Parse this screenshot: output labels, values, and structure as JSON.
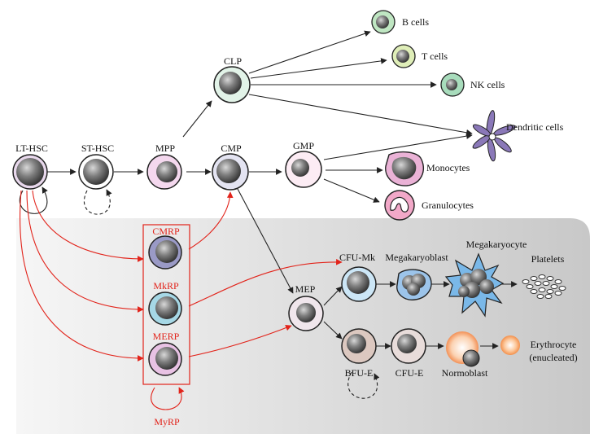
{
  "labels": {
    "lt_hsc": "LT-HSC",
    "st_hsc": "ST-HSC",
    "mpp": "MPP",
    "clp": "CLP",
    "cmp": "CMP",
    "gmp": "GMP",
    "b_cells": "B cells",
    "t_cells": "T cells",
    "nk_cells": "NK cells",
    "dendritic": "Dendritic cells",
    "monocytes": "Monocytes",
    "granulocytes": "Granulocytes",
    "cmrp": "CMRP",
    "mkrp": "MkRP",
    "merp": "MERP",
    "myrp": "MyRP",
    "mep": "MEP",
    "cfu_mk": "CFU-Mk",
    "megakaryoblast": "Megakaryoblast",
    "megakaryocyte": "Megakaryocyte",
    "platelets": "Platelets",
    "bfu_e": "BFU-E",
    "cfu_e": "CFU-E",
    "normoblast": "Normoblast",
    "erythrocyte_1": "Erythrocyte",
    "erythrocyte_2": "(enucleated)"
  },
  "colors": {
    "red_arrow": "#e2231a",
    "black_arrow": "#222222",
    "panel_gray": "#d3d3d3",
    "lt_hsc_fill": "#e8d8ec",
    "st_hsc_fill": "#ffffff",
    "mpp_fill": "#f4d8ee",
    "clp_fill": "#e2f3e8",
    "cmp_fill": "#e4e4f2",
    "gmp_fill": "#fcecf4",
    "b_cell_fill": "#bfe6c2",
    "t_cell_fill": "#dfeeb8",
    "nk_cell_fill": "#a8dcbc",
    "dendritic_fill": "#8a78b8",
    "monocyte_fill": "#eab2d6",
    "granulocyte_fill": "#f2a8c8",
    "cmrp_fill": "#9a9ac6",
    "mkrp_fill": "#a6d8e6",
    "merp_fill": "#e8c2e4",
    "mep_fill": "#f0e6ec",
    "cfu_mk_fill": "#cce6f6",
    "megakaryoblast_fill": "#9cc4ea",
    "megakaryocyte_fill": "#7ab8e8",
    "bfu_e_fill": "#dcc8c0",
    "cfu_e_fill": "#e8dcda",
    "normoblast_fill": "#f07a30",
    "erythrocyte_fill": "#f28a3a"
  }
}
